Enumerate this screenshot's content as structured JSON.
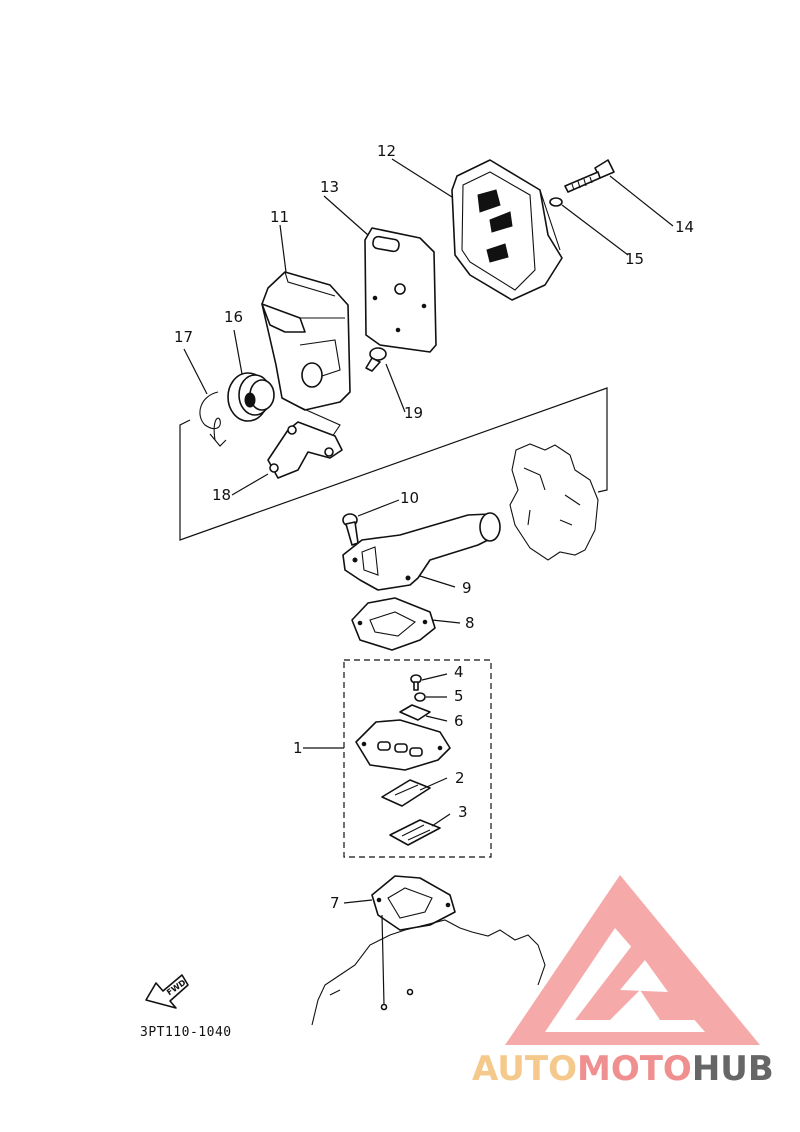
{
  "diagram": {
    "callouts": [
      {
        "id": "1",
        "text": "1"
      },
      {
        "id": "2",
        "text": "2"
      },
      {
        "id": "3",
        "text": "3"
      },
      {
        "id": "4",
        "text": "4"
      },
      {
        "id": "5",
        "text": "5"
      },
      {
        "id": "6",
        "text": "6"
      },
      {
        "id": "7",
        "text": "7"
      },
      {
        "id": "8",
        "text": "8"
      },
      {
        "id": "9",
        "text": "9"
      },
      {
        "id": "10",
        "text": "10"
      },
      {
        "id": "11",
        "text": "11"
      },
      {
        "id": "12",
        "text": "12"
      },
      {
        "id": "13",
        "text": "13"
      },
      {
        "id": "14",
        "text": "14"
      },
      {
        "id": "15",
        "text": "15"
      },
      {
        "id": "16",
        "text": "16"
      },
      {
        "id": "17",
        "text": "17"
      },
      {
        "id": "18",
        "text": "18"
      },
      {
        "id": "19",
        "text": "19"
      }
    ],
    "fwd_label": "FWD",
    "drawing_code": "3PT110-1040"
  },
  "watermark": {
    "word_part1": "AUTO",
    "word_part2": "MOTO",
    "word_part3": "HUB",
    "colors": {
      "logo": "#f4a0a0",
      "auto": "#f5c98c",
      "moto": "#f08f8f",
      "hub": "#666666"
    }
  }
}
